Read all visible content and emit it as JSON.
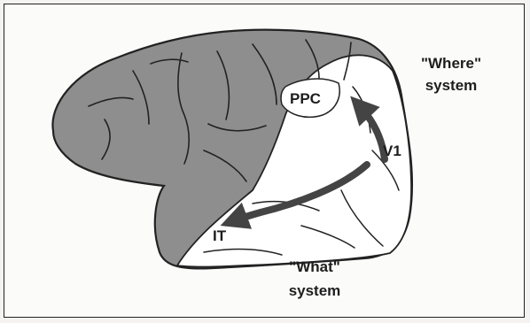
{
  "labels": {
    "ppc": "PPC",
    "v1": "V1",
    "it": "IT",
    "where_line1": "\"Where\"",
    "where_line2": "system",
    "what_line1": "\"What\"",
    "what_line2": "system"
  },
  "colors": {
    "background": "#fbfbfa",
    "cortex_shaded": "#8e8e8e",
    "cortex_unshaded": "#ffffff",
    "outline": "#222222",
    "arrow": "#444444"
  }
}
